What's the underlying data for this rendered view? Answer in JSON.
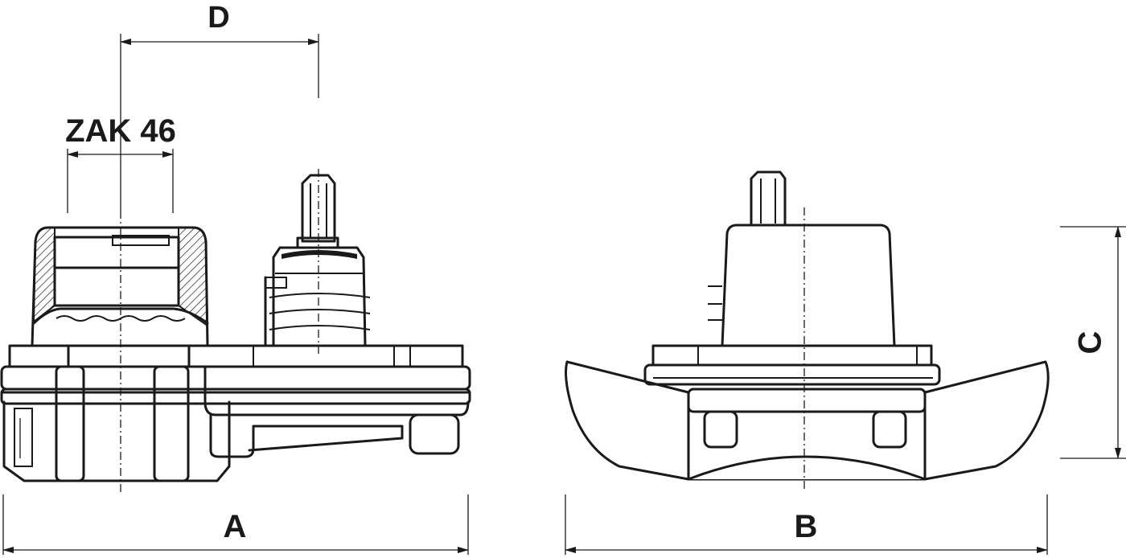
{
  "labels": {
    "dim_d": "D",
    "dim_zak": "ZAK 46",
    "dim_a": "A",
    "dim_b": "B",
    "dim_c": "C"
  }
}
